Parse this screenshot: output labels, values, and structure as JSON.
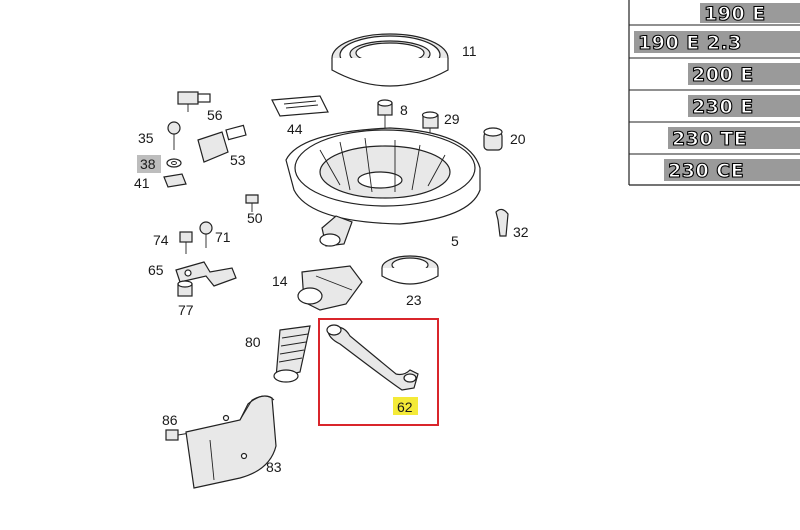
{
  "labels": {
    "p11": "11",
    "p8": "8",
    "p29": "29",
    "p20": "20",
    "p44": "44",
    "p56": "56",
    "p35": "35",
    "p38": "38",
    "p41": "41",
    "p53": "53",
    "p50": "50",
    "p5": "5",
    "p32": "32",
    "p74": "74",
    "p71": "71",
    "p65": "65",
    "p77": "77",
    "p14": "14",
    "p23": "23",
    "p80": "80",
    "p62": "62",
    "p86": "86",
    "p83": "83"
  },
  "badges": [
    "190 E",
    "190 E 2.3",
    "200 E",
    "230 E",
    "230 TE",
    "230 CE"
  ],
  "highlight": {
    "part_label": "62",
    "box_color": "#d9252b",
    "label_bg": "#f4ea38",
    "grey_label_bg": "#bdbdbd"
  }
}
